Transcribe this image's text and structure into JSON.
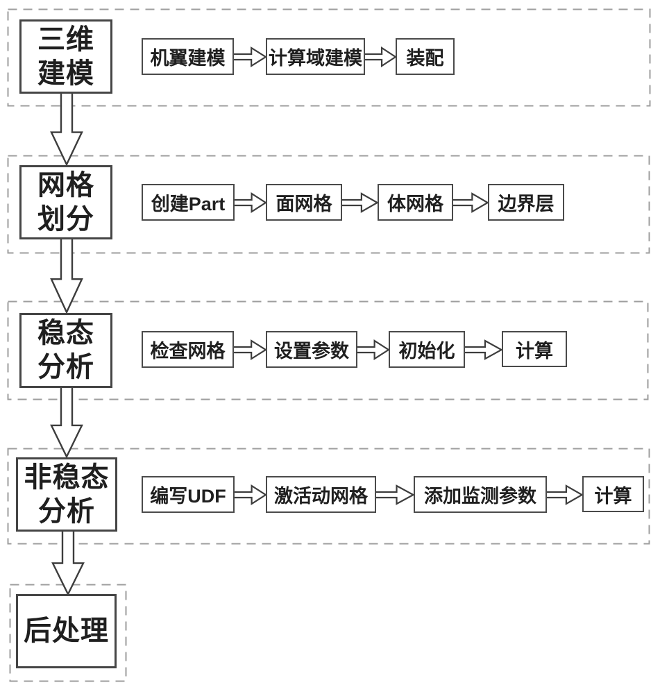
{
  "colors": {
    "background": "#ffffff",
    "box_fill": "#ffffff",
    "box_border": "#454545",
    "text": "#1f1f1f",
    "dashed_border": "#9e9e9e",
    "arrow_outline": "#3d3d3d"
  },
  "diagram": {
    "stages": [
      {
        "lines": [
          "三维",
          "建模"
        ],
        "steps": [
          "机翼建模",
          "计算域建模",
          "装配"
        ]
      },
      {
        "lines": [
          "网格",
          "划分"
        ],
        "steps": [
          "创建Part",
          "面网格",
          "体网格",
          "边界层"
        ]
      },
      {
        "lines": [
          "稳态",
          "分析"
        ],
        "steps": [
          "检查网格",
          "设置参数",
          "初始化",
          "计算"
        ]
      },
      {
        "lines": [
          "非稳态",
          "分析"
        ],
        "steps": [
          "编写UDF",
          "激活动网格",
          "添加监测参数",
          "计算"
        ]
      },
      {
        "lines": [
          "后处理"
        ],
        "steps": []
      }
    ]
  }
}
